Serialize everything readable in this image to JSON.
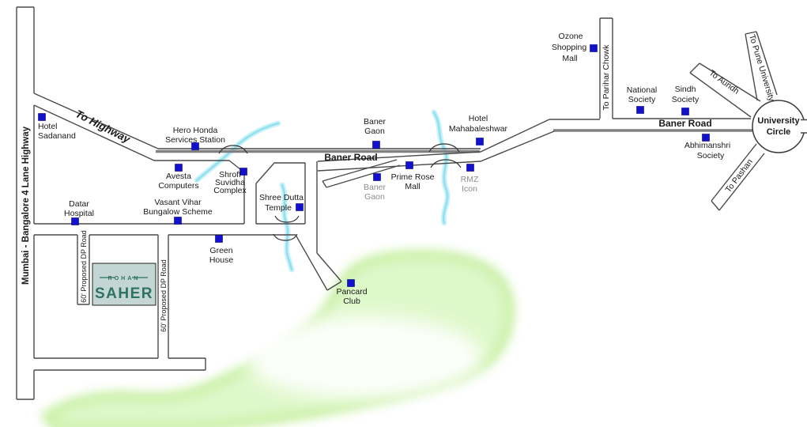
{
  "map": {
    "roads": {
      "mumbai_highway": "Mumbai - Bangalore 4 Lane Highway",
      "to_highway": "To Highway",
      "baner_road_west": "Baner Road",
      "baner_road_east": "Baner Road",
      "to_parihar_chowk": "To Parihar Chowk",
      "to_aundh": "To Aundh",
      "to_pune_university": "To Pune University",
      "to_pashan": "To Pashan",
      "dp_road_west": "60' Proposed DP Road",
      "dp_road_east": "60' Proposed DP Road",
      "university_circle": {
        "l1": "University",
        "l2": "Circle"
      }
    },
    "landmarks": {
      "hotel_sadanand": {
        "l1": "Hotel",
        "l2": "Sadanand"
      },
      "hero_honda": {
        "l1": "Hero Honda",
        "l2": "Services Station"
      },
      "avesta_computers": {
        "l1": "Avesta",
        "l2": "Computers"
      },
      "shroff_suvidha": {
        "l1": "Shroff",
        "l2": "Suvidha",
        "l3": "Complex"
      },
      "datar_hospital": {
        "l1": "Datar",
        "l2": "Hospital"
      },
      "vasant_vihar": {
        "l1": "Vasant Vihar",
        "l2": "Bungalow Scheme"
      },
      "shree_dutta_temple": {
        "l1": "Shree Dutta",
        "l2": "Temple"
      },
      "green_house": {
        "l1": "Green",
        "l2": "House"
      },
      "pancard_club": {
        "l1": "Pancard",
        "l2": "Club"
      },
      "baner_gaon_north": {
        "l1": "Baner",
        "l2": "Gaon"
      },
      "baner_gaon_south": {
        "l1": "Baner",
        "l2": "Gaon"
      },
      "prime_rose_mall": {
        "l1": "Prime Rose",
        "l2": "Mall"
      },
      "rmz_icon": {
        "l1": "RMZ",
        "l2": "Icon"
      },
      "hotel_mahabaleshwar": {
        "l1": "Hotel",
        "l2": "Mahabaleshwar"
      },
      "ozone_mall": {
        "l1": "Ozone",
        "l2": "Shopping",
        "l3": "Mall"
      },
      "national_society": {
        "l1": "National",
        "l2": "Society"
      },
      "sindh_society": {
        "l1": "Sindh",
        "l2": "Society"
      },
      "abhimanshri_society": {
        "l1": "Abhimanshri",
        "l2": "Society"
      }
    },
    "logo": {
      "brand": "ROHAN",
      "project": "SAHER"
    },
    "colors": {
      "marker_blue": "#1212cd",
      "road_gray": "#808080",
      "stream_cyan": "#a5e7f2",
      "greenery": "#d9f6c2",
      "logo_bg": "#c4d6d3",
      "logo_text": "#2f7263",
      "muted_label": "#8c8c8c"
    }
  }
}
